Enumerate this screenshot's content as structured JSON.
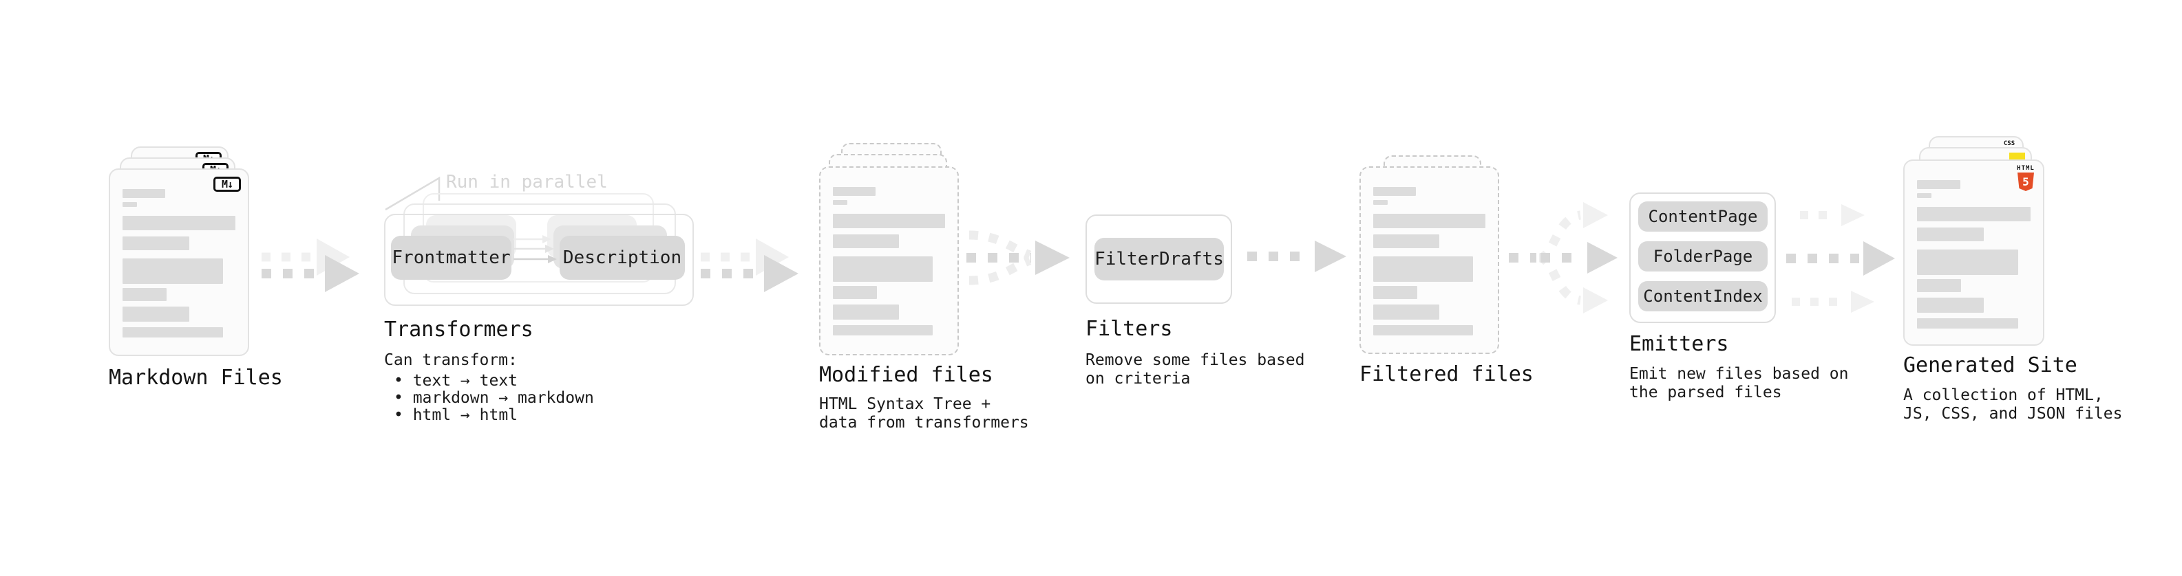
{
  "diagram": {
    "stages": {
      "markdown_files": {
        "label": "Markdown Files",
        "badge": "M↓"
      },
      "transformers": {
        "label": "Transformers",
        "annotation": "Run in parallel",
        "pills": {
          "frontmatter": "Frontmatter",
          "description": "Description"
        },
        "description": "Can transform:",
        "bullets": [
          "• text → text",
          "• markdown → markdown",
          "• html → html"
        ]
      },
      "modified_files": {
        "label": "Modified files",
        "sublabel": "HTML Syntax Tree +\ndata from transformers"
      },
      "filters": {
        "label": "Filters",
        "sublabel": "Remove some files based\non criteria",
        "pills": {
          "filter_drafts": "FilterDrafts"
        }
      },
      "filtered_files": {
        "label": "Filtered files"
      },
      "emitters": {
        "label": "Emitters",
        "sublabel": "Emit new files based on\nthe parsed files",
        "pills": {
          "content_page": "ContentPage",
          "folder_page": "FolderPage",
          "content_index": "ContentIndex"
        }
      },
      "generated_site": {
        "label": "Generated Site",
        "sublabel": "A collection of HTML,\nJS, CSS, and JSON files",
        "badges": {
          "css": "CSS",
          "html5_caption": "HTML",
          "html5_numeral": "5"
        }
      }
    },
    "colors": {
      "html5_orange": "#e44d26",
      "js_yellow": "#f7df1e",
      "css_blue": "#2e5fe8",
      "annotation_gray": "#d6d6d6",
      "arrow_gray": "#d8d8d8",
      "arrow_light_gray": "#f0f0f0",
      "pill_gray": "#d9d9d9",
      "card_border_gray": "#e2e2e2",
      "placeholder_bar_gray": "#dcdcdc",
      "text_dark": "#161616"
    }
  }
}
